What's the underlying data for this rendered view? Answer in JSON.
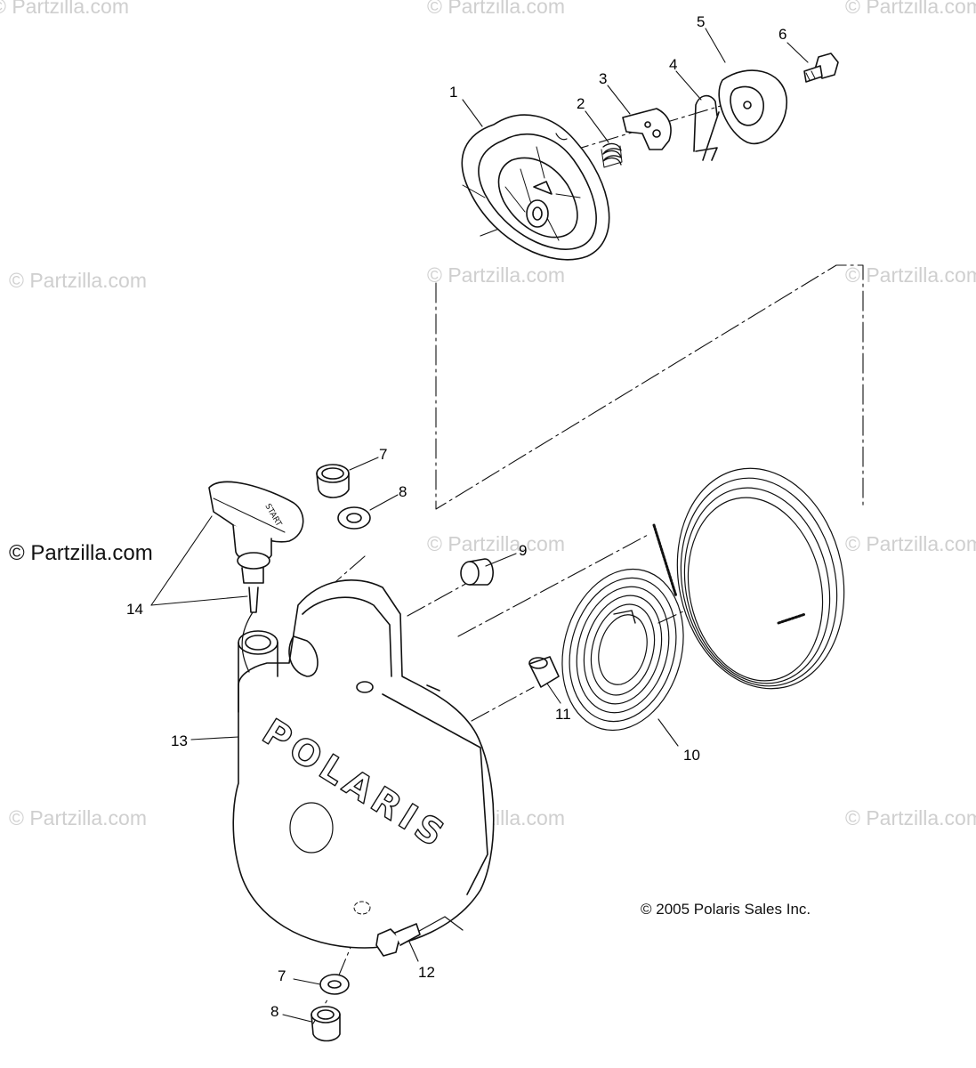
{
  "diagram": {
    "watermark": "© Partzilla.com",
    "brand_mark": "© Partzilla.com",
    "copyright": "© 2005 Polaris Sales Inc.",
    "cover_lettering": "POLARIS",
    "handle_lettering": "START",
    "callouts": [
      "1",
      "2",
      "3",
      "4",
      "5",
      "6",
      "7",
      "8",
      "9",
      "10",
      "11",
      "12",
      "13",
      "14",
      "7",
      "8"
    ]
  }
}
